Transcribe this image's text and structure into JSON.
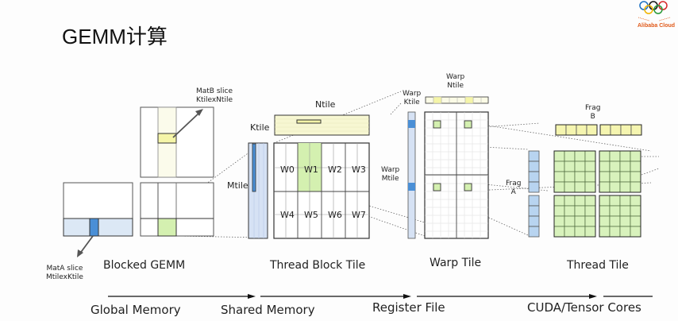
{
  "header": {
    "title": "GEMM计算",
    "logo_brand": "Alibaba Cloud",
    "logo_icon": "olympic-rings-icon"
  },
  "blocked_gemm": {
    "caption": "Blocked GEMM",
    "matb_label_1": "MatB slice",
    "matb_label_2": "KtilexNtile",
    "mata_label_1": "MatA slice",
    "mata_label_2": "MtilexKtile"
  },
  "thread_block_tile": {
    "caption": "Thread Block Tile",
    "ntile": "Ntile",
    "ktile": "Ktile",
    "mtile": "Mtile",
    "warps": [
      "W0",
      "W1",
      "W2",
      "W3",
      "W4",
      "W5",
      "W6",
      "W7"
    ]
  },
  "warp_tile": {
    "caption": "Warp Tile",
    "warp_ntile_1": "Warp",
    "warp_ntile_2": "Ntile",
    "warp_ktile_1": "Warp",
    "warp_ktile_2": "Ktile",
    "warp_mtile_1": "Warp",
    "warp_mtile_2": "Mtile"
  },
  "thread_tile": {
    "caption": "Thread Tile",
    "frag_b_1": "Frag",
    "frag_b_2": "B",
    "frag_a_1": "Frag",
    "frag_a_2": "A"
  },
  "memory_hierarchy": [
    "Global Memory",
    "Shared Memory",
    "Register File",
    "CUDA/Tensor Cores"
  ],
  "colors": {
    "blue_light": "#dce8f5",
    "blue_dark": "#4a8fd6",
    "yellow_light": "#f7f7c8",
    "yellow": "#f5f5a8",
    "green_light": "#e0f5c8",
    "green": "#d4f0b0",
    "border": "#333333"
  }
}
